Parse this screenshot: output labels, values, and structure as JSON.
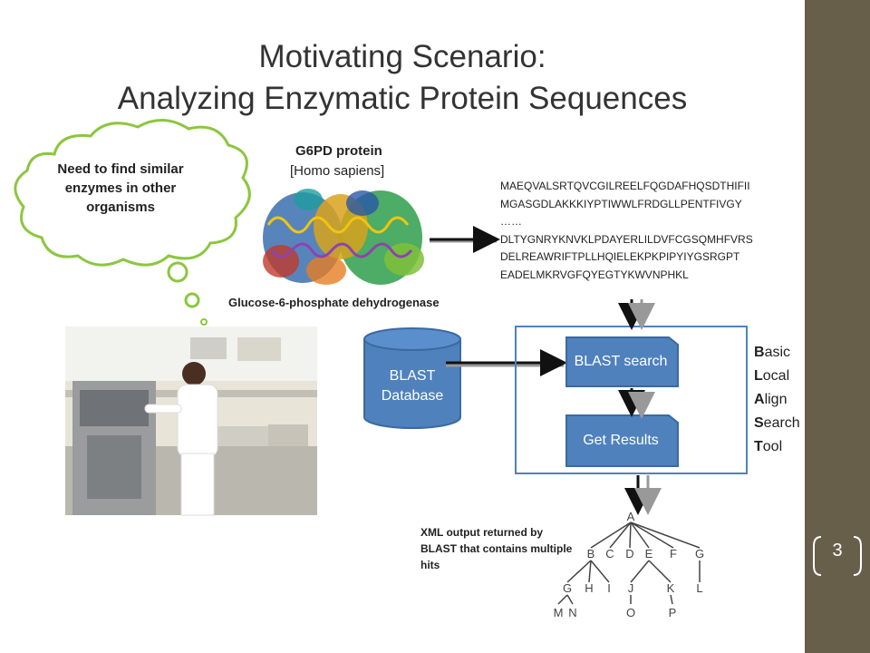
{
  "slide": {
    "title_line1": "Motivating Scenario:",
    "title_line2": "Analyzing Enzymatic Protein Sequences",
    "page_number": "3"
  },
  "thought_bubble": {
    "text": "Need to find similar enzymes in other organisms"
  },
  "protein": {
    "title": "G6PD protein",
    "species": "[Homo sapiens]",
    "full_name": "Glucose-6-phosphate dehydrogenase",
    "sequence_lines": [
      "MAEQVALSRTQVCGILREELFQGDAFHQSDTHIFII",
      "MGASGDLAKKKIYPTIWWLFRDGLLPENTFIVGY",
      "……",
      "DLTYGNRYKNVKLPDAYERLILDVFCGSQMHFVRS",
      "DELREAWRIFTPLLHQIELEKPKPIPYIYGSRGPT",
      "EADELMKRVGFQYEGTYKWVNPHKL"
    ]
  },
  "database": {
    "line1": "BLAST",
    "line2": "Database"
  },
  "process": {
    "search": "BLAST search",
    "results": "Get Results"
  },
  "acronym": [
    {
      "letter": "B",
      "rest": "asic"
    },
    {
      "letter": "L",
      "rest": "ocal"
    },
    {
      "letter": "A",
      "rest": "lign"
    },
    {
      "letter": "S",
      "rest": "earch"
    },
    {
      "letter": "T",
      "rest": "ool"
    }
  ],
  "xml_output": {
    "text": "XML output returned by BLAST that contains multiple hits"
  },
  "tree": {
    "root": "A",
    "level1": [
      "B",
      "C",
      "D",
      "E",
      "F",
      "G"
    ],
    "level2": [
      "G",
      "H",
      "I",
      "J",
      "K",
      "L"
    ],
    "level3": [
      "M",
      "N",
      "O",
      "P"
    ]
  },
  "colors": {
    "sidebar": "#685f4a",
    "cloud_outline": "#8cc63f",
    "process_fill": "#4f81bd",
    "process_border": "#3a6aa0"
  }
}
